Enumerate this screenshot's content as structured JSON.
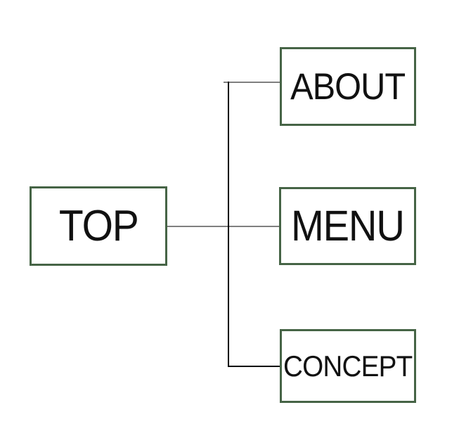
{
  "diagram": {
    "type": "sitemap-tree",
    "background": "#ffffff",
    "colors": {
      "box_border": "#466446",
      "box_fill": "#ffffff",
      "text": "#111111",
      "connector_gray": "#7f7f7f",
      "connector_black": "#000000"
    },
    "nodes": [
      {
        "id": "top",
        "label": "TOP"
      },
      {
        "id": "about",
        "label": "ABOUT"
      },
      {
        "id": "menu",
        "label": "MENU"
      },
      {
        "id": "concept",
        "label": "CONCEPT"
      }
    ],
    "edges": [
      {
        "from": "top",
        "to": "about"
      },
      {
        "from": "top",
        "to": "menu"
      },
      {
        "from": "top",
        "to": "concept"
      }
    ]
  }
}
